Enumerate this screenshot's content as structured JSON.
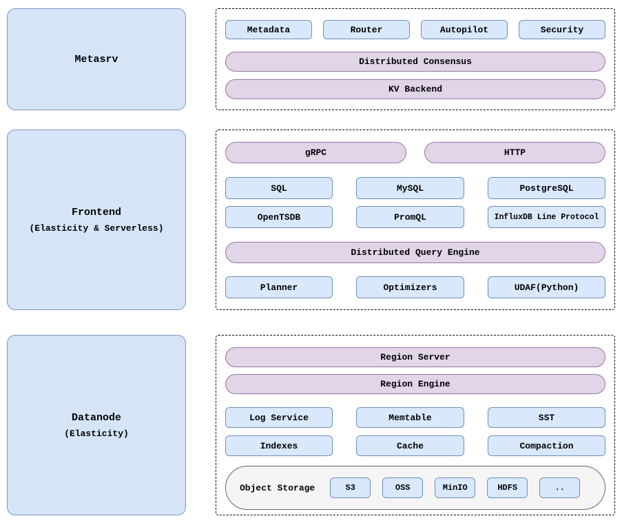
{
  "colors": {
    "node_fill": "#d6e4f7",
    "node_border": "#7b96c6",
    "chip_fill": "#dae8fc",
    "chip_border": "#6c8ebf",
    "pill_fill": "#e1d5e7",
    "pill_border": "#9673a6",
    "storage_fill": "#f5f5f5",
    "storage_border": "#666666"
  },
  "sections": {
    "metasrv": {
      "title": "Metasrv",
      "chips": [
        "Metadata",
        "Router",
        "Autopilot",
        "Security"
      ],
      "pills": [
        "Distributed Consensus",
        "KV Backend"
      ]
    },
    "frontend": {
      "title": "Frontend",
      "subtitle": "(Elasticity & Serverless)",
      "protocol_pills": [
        "gRPC",
        "HTTP"
      ],
      "api_row1": [
        "SQL",
        "MySQL",
        "PostgreSQL"
      ],
      "api_row2": [
        "OpenTSDB",
        "PromQL",
        "InfluxDB Line Protocol"
      ],
      "engine_pill": "Distributed Query Engine",
      "engine_row": [
        "Planner",
        "Optimizers",
        "UDAF(Python)"
      ]
    },
    "datanode": {
      "title": "Datanode",
      "subtitle": "(Elasticity)",
      "pills": [
        "Region Server",
        "Region Engine"
      ],
      "storage_row1": [
        "Log Service",
        "Memtable",
        "SST"
      ],
      "storage_row2": [
        "Indexes",
        "Cache",
        "Compaction"
      ],
      "object_storage": {
        "label": "Object Storage",
        "backends": [
          "S3",
          "OSS",
          "MinIO",
          "HDFS",
          ".."
        ]
      }
    }
  }
}
